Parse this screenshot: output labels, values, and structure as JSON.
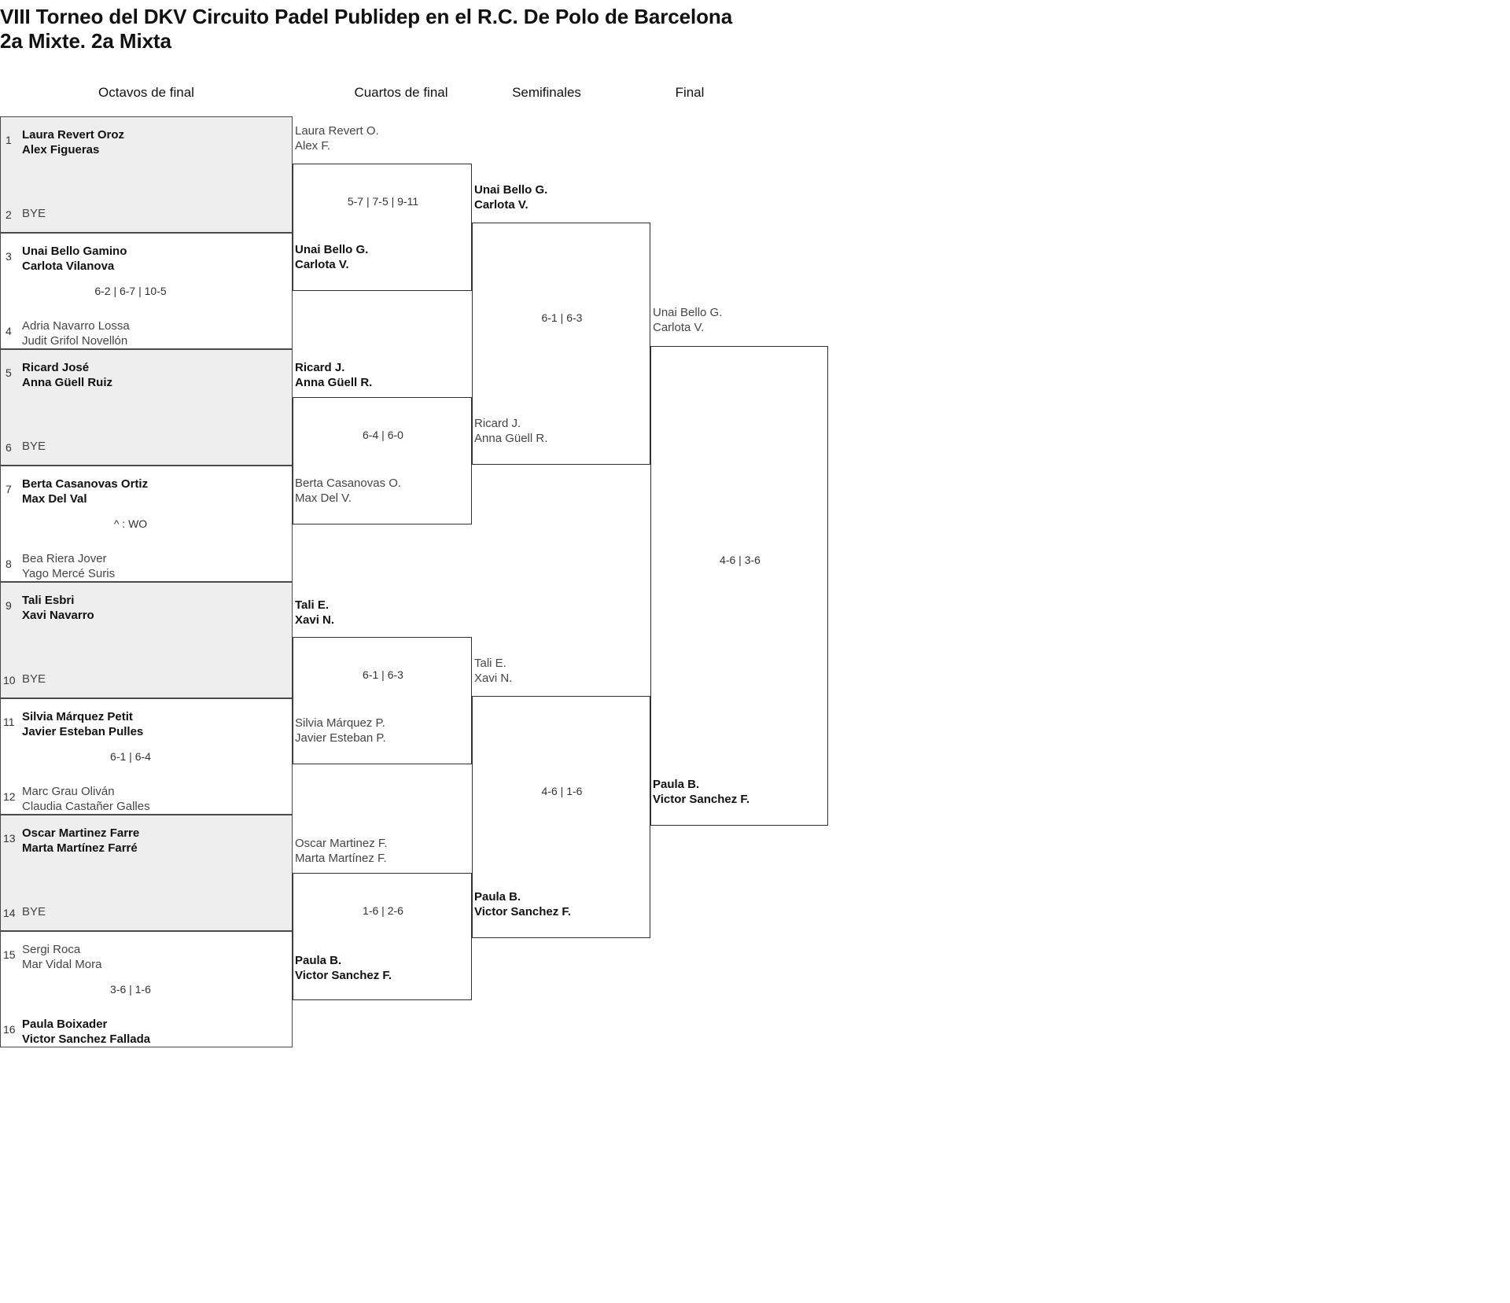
{
  "tournament": {
    "title_line1": "VIII Torneo del DKV Circuito Padel Publidep en el R.C. De Polo de Barcelona",
    "title_line2": "2a Mixte. 2a Mixta"
  },
  "rounds": [
    {
      "label": "Octavos de final"
    },
    {
      "label": "Cuartos de final"
    },
    {
      "label": "Semifinales"
    },
    {
      "label": "Final"
    }
  ],
  "round1": {
    "entries": [
      {
        "seed": "1",
        "line1": "Laura Revert Oroz",
        "line2": "Alex Figueras",
        "result": "winner"
      },
      {
        "seed": "2",
        "bye": "BYE"
      },
      {
        "seed": "3",
        "line1": "Unai Bello Gamino",
        "line2": "Carlota Vilanova",
        "result": "winner"
      },
      {
        "seed": "4",
        "line1": "Adria Navarro Lossa",
        "line2": "Judit Grifol Novellón",
        "result": "loser"
      },
      {
        "seed": "5",
        "line1": "Ricard José",
        "line2": "Anna Güell Ruiz",
        "result": "winner"
      },
      {
        "seed": "6",
        "bye": "BYE"
      },
      {
        "seed": "7",
        "line1": "Berta Casanovas Ortiz",
        "line2": "Max Del Val",
        "result": "winner"
      },
      {
        "seed": "8",
        "line1": "Bea Riera Jover",
        "line2": "Yago Mercé Suris",
        "result": "loser"
      },
      {
        "seed": "9",
        "line1": "Tali Esbri",
        "line2": "Xavi Navarro",
        "result": "winner"
      },
      {
        "seed": "10",
        "bye": "BYE"
      },
      {
        "seed": "11",
        "line1": "Silvia Márquez Petit",
        "line2": "Javier Esteban Pulles",
        "result": "winner"
      },
      {
        "seed": "12",
        "line1": "Marc Grau Oliván",
        "line2": "Claudia Castañer Galles",
        "result": "loser"
      },
      {
        "seed": "13",
        "line1": "Oscar Martinez Farre",
        "line2": "Marta Martínez Farré",
        "result": "winner"
      },
      {
        "seed": "14",
        "bye": "BYE"
      },
      {
        "seed": "15",
        "line1": "Sergi Roca",
        "line2": "Mar Vidal Mora",
        "result": "loser"
      },
      {
        "seed": "16",
        "line1": "Paula Boixader",
        "line2": "Victor Sanchez Fallada",
        "result": "winner"
      }
    ],
    "scores": [
      {
        "text": "6-2 | 6-7 | 10-5"
      },
      {
        "text": "^ : WO"
      },
      {
        "text": "6-1 | 6-4"
      },
      {
        "text": "3-6 | 1-6"
      }
    ]
  },
  "round2": {
    "matches": [
      {
        "top": {
          "line1": "Laura Revert O.",
          "line2": "Alex F.",
          "result": "loser"
        },
        "bottom": {
          "line1": "Unai Bello G.",
          "line2": "Carlota V.",
          "result": "winner"
        },
        "score": "5-7 | 7-5 | 9-11"
      },
      {
        "top": {
          "line1": "Ricard J.",
          "line2": "Anna Güell R.",
          "result": "winner"
        },
        "bottom": {
          "line1": "Berta Casanovas O.",
          "line2": "Max Del V.",
          "result": "loser"
        },
        "score": "6-4 | 6-0"
      },
      {
        "top": {
          "line1": "Tali E.",
          "line2": "Xavi N.",
          "result": "winner"
        },
        "bottom": {
          "line1": "Silvia Márquez P.",
          "line2": "Javier Esteban P.",
          "result": "loser"
        },
        "score": "6-1 | 6-3"
      },
      {
        "top": {
          "line1": "Oscar Martinez F.",
          "line2": "Marta Martínez F.",
          "result": "loser"
        },
        "bottom": {
          "line1": "Paula B.",
          "line2": "Victor Sanchez F.",
          "result": "winner"
        },
        "score": "1-6 | 2-6"
      }
    ]
  },
  "round3": {
    "matches": [
      {
        "top": {
          "line1": "Unai Bello G.",
          "line2": "Carlota V.",
          "result": "winner"
        },
        "bottom": {
          "line1": "Ricard J.",
          "line2": "Anna Güell R.",
          "result": "loser"
        },
        "score": "6-1 | 6-3"
      },
      {
        "top": {
          "line1": "Tali E.",
          "line2": "Xavi N.",
          "result": "loser"
        },
        "bottom": {
          "line1": "Paula B.",
          "line2": "Victor Sanchez F.",
          "result": "winner"
        },
        "score": "4-6 | 1-6"
      }
    ]
  },
  "round4": {
    "match": {
      "top": {
        "line1": "Unai Bello G.",
        "line2": "Carlota V.",
        "result": "loser"
      },
      "bottom": {
        "line1": "Paula B.",
        "line2": "Victor Sanchez F.",
        "result": "winner"
      },
      "score": "4-6 | 3-6"
    }
  }
}
